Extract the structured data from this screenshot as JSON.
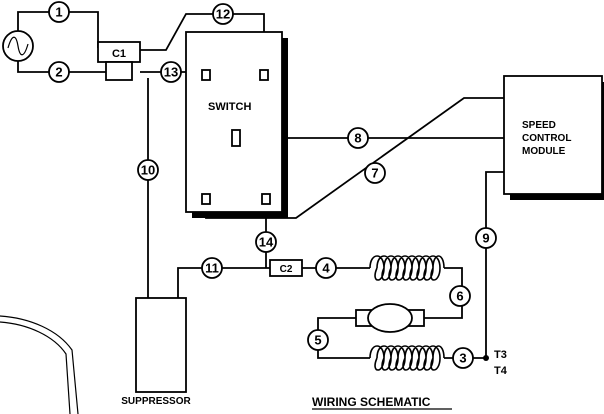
{
  "title": "WIRING SCHEMATIC",
  "components": {
    "contactor_1": "C1",
    "contactor_2": "C2",
    "switch": "SWITCH",
    "speed_control_module": [
      "SPEED",
      "CONTROL",
      "MODULE"
    ],
    "suppressor": "SUPPRESSOR",
    "terminal_top": "T3",
    "terminal_bottom": "T4"
  },
  "wire_numbers": [
    "1",
    "2",
    "3",
    "4",
    "5",
    "6",
    "7",
    "8",
    "9",
    "10",
    "11",
    "12",
    "13",
    "14"
  ],
  "icons": {
    "ac_source": "ac-source-icon",
    "motor": "motor-icon",
    "field_coil": "coil-icon"
  }
}
